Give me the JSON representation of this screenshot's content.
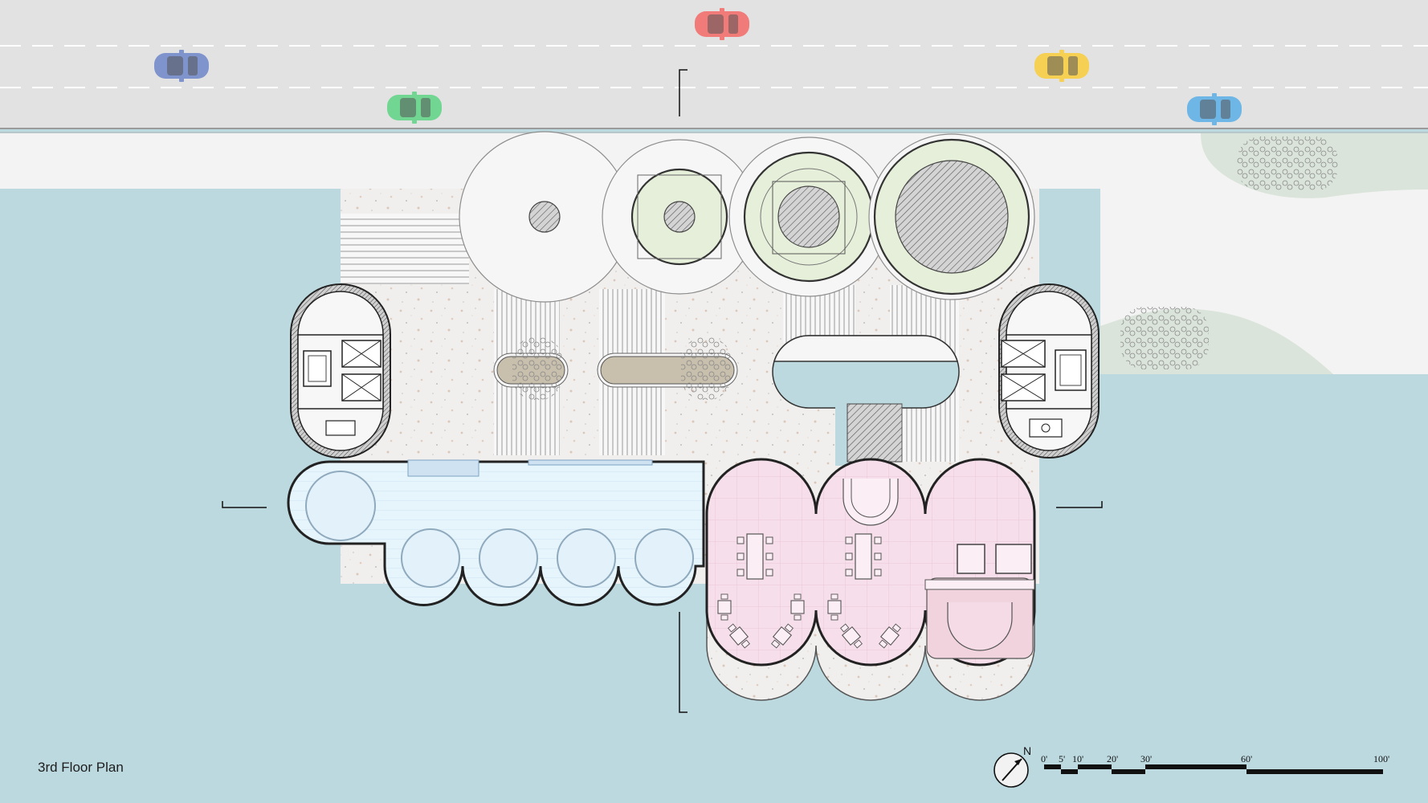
{
  "drawing": {
    "title": "3rd Floor Plan",
    "north_label": "N",
    "scale_labels": [
      "0'",
      "5'",
      "10'",
      "20'",
      "30'",
      "60'",
      "100'"
    ]
  },
  "palette": {
    "water": "#bcd9e0",
    "road": "#e2e2e2",
    "sidewalk": "#f3f3f3",
    "terrazzo": "#f0eeec",
    "pink_floor": "#f6dfea",
    "pool": "#e6f4fc",
    "planter_green": "#e6efd9",
    "lawn": "#dbe4db"
  },
  "cars": [
    {
      "color": "#7f93cc"
    },
    {
      "color": "#f07b78"
    },
    {
      "color": "#72d693"
    },
    {
      "color": "#f5d052"
    },
    {
      "color": "#6eb6e6"
    }
  ]
}
